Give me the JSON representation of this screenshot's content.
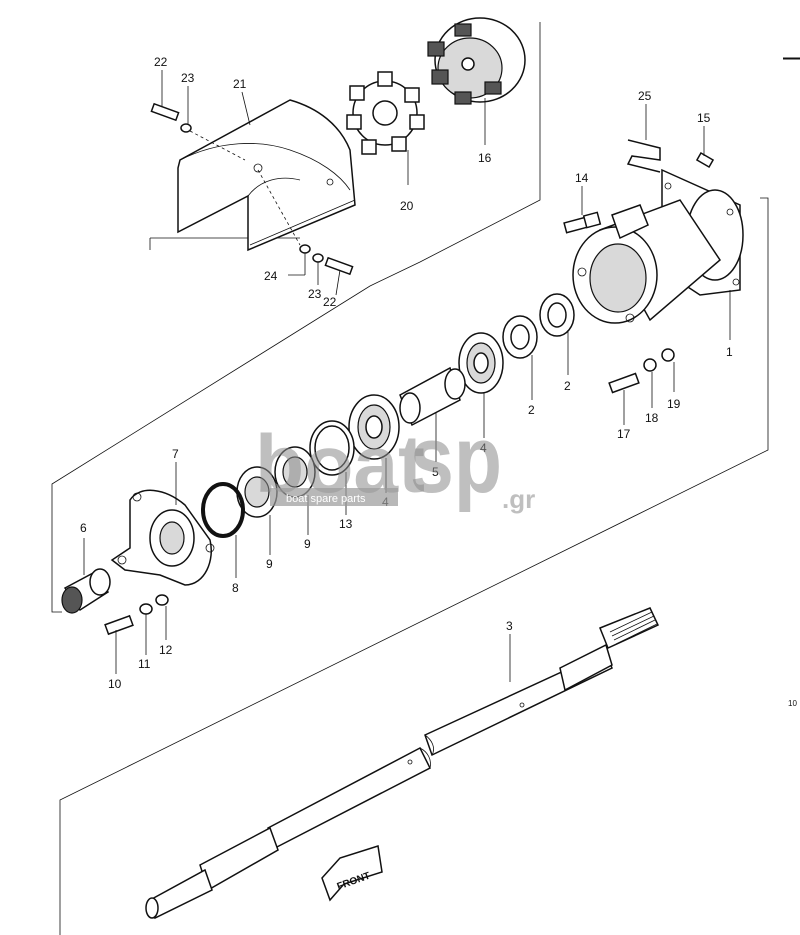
{
  "diagram": {
    "part_labels": [
      {
        "id": "p22a",
        "text": "22"
      },
      {
        "id": "p23a",
        "text": "23"
      },
      {
        "id": "p21",
        "text": "21"
      },
      {
        "id": "p20",
        "text": "20"
      },
      {
        "id": "p16",
        "text": "16"
      },
      {
        "id": "p25",
        "text": "25"
      },
      {
        "id": "p15",
        "text": "15"
      },
      {
        "id": "p14",
        "text": "14"
      },
      {
        "id": "p24",
        "text": "24"
      },
      {
        "id": "p23b",
        "text": "23"
      },
      {
        "id": "p22b",
        "text": "22"
      },
      {
        "id": "p1",
        "text": "1"
      },
      {
        "id": "p2a",
        "text": "2"
      },
      {
        "id": "p2b",
        "text": "2"
      },
      {
        "id": "p19",
        "text": "19"
      },
      {
        "id": "p18",
        "text": "18"
      },
      {
        "id": "p17",
        "text": "17"
      },
      {
        "id": "p4a",
        "text": "4"
      },
      {
        "id": "p4b",
        "text": "4"
      },
      {
        "id": "p5",
        "text": "5"
      },
      {
        "id": "p13",
        "text": "13"
      },
      {
        "id": "p7",
        "text": "7"
      },
      {
        "id": "p9a",
        "text": "9"
      },
      {
        "id": "p9b",
        "text": "9"
      },
      {
        "id": "p8",
        "text": "8"
      },
      {
        "id": "p6",
        "text": "6"
      },
      {
        "id": "p12",
        "text": "12"
      },
      {
        "id": "p11",
        "text": "11"
      },
      {
        "id": "p10",
        "text": "10"
      },
      {
        "id": "p3",
        "text": "3"
      }
    ],
    "front_arrow_label": "FRONT",
    "edge_mark": "10",
    "corner_mark": "—"
  },
  "watermark": {
    "brand_left": "boat",
    "brand_right": "sp",
    "domain_suffix": ".gr",
    "tagline": "boat spare parts"
  }
}
